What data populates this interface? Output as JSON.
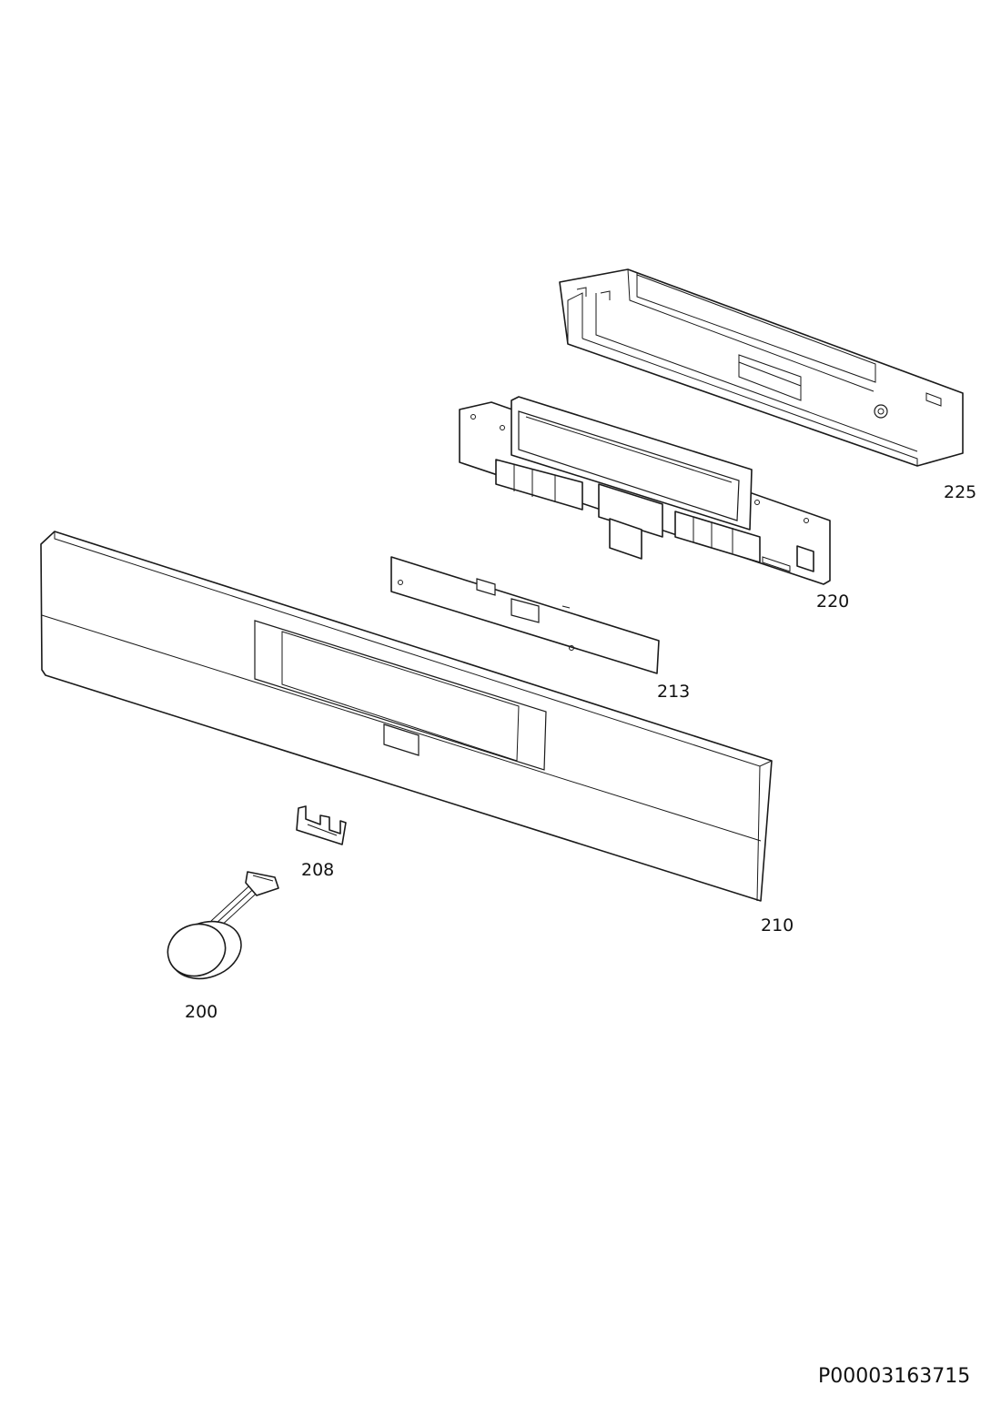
{
  "labels": {
    "p225": "225",
    "p220": "220",
    "p213": "213",
    "p210": "210",
    "p208": "208",
    "p200": "200"
  },
  "document_number": "P00003163715"
}
